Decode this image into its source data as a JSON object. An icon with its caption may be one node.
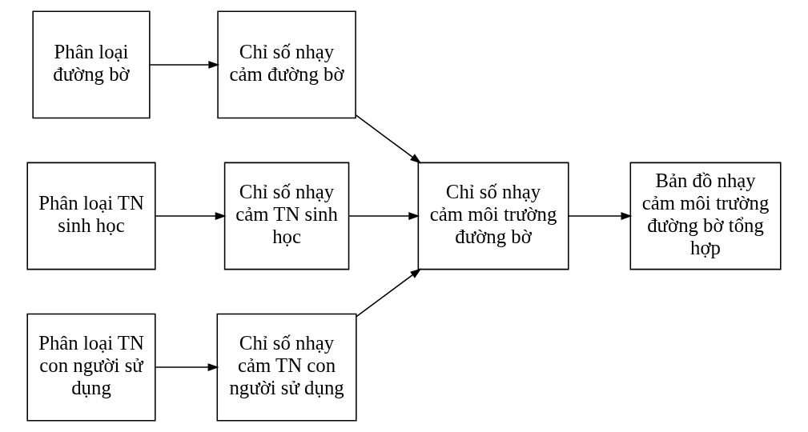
{
  "diagram": {
    "nodes": [
      {
        "text": [
          "Phân loại đường bờ"
        ]
      },
      {
        "text": [
          "Chỉ số nhạy cảm đường bờ"
        ]
      },
      {
        "text": [
          "Phân loại TN sinh học"
        ]
      },
      {
        "text": [
          "Chỉ số nhạy cảm TN sinh học"
        ]
      },
      {
        "text": [
          "Phân loại TN con người sử dụng"
        ]
      },
      {
        "text": [
          "Chỉ số nhạy cảm TN con người sử dụng"
        ]
      },
      {
        "text": [
          "Chỉ số nhạy cảm môi trường đường bờ"
        ]
      },
      {
        "text": [
          "Bản đồ nhạy cảm môi trường đường bờ tổng hợp"
        ]
      }
    ],
    "edges": [
      {
        "from": 0,
        "to": 1,
        "arrow": "to"
      },
      {
        "from": 1,
        "to": 6,
        "arrow": "to"
      },
      {
        "from": 2,
        "to": 3,
        "arrow": "to"
      },
      {
        "from": 3,
        "to": 6,
        "arrow": "to"
      },
      {
        "from": 4,
        "to": 5,
        "arrow": "to"
      },
      {
        "from": 5,
        "to": 6,
        "arrow": "to"
      },
      {
        "from": 6,
        "to": 7,
        "arrow": "to"
      }
    ]
  }
}
